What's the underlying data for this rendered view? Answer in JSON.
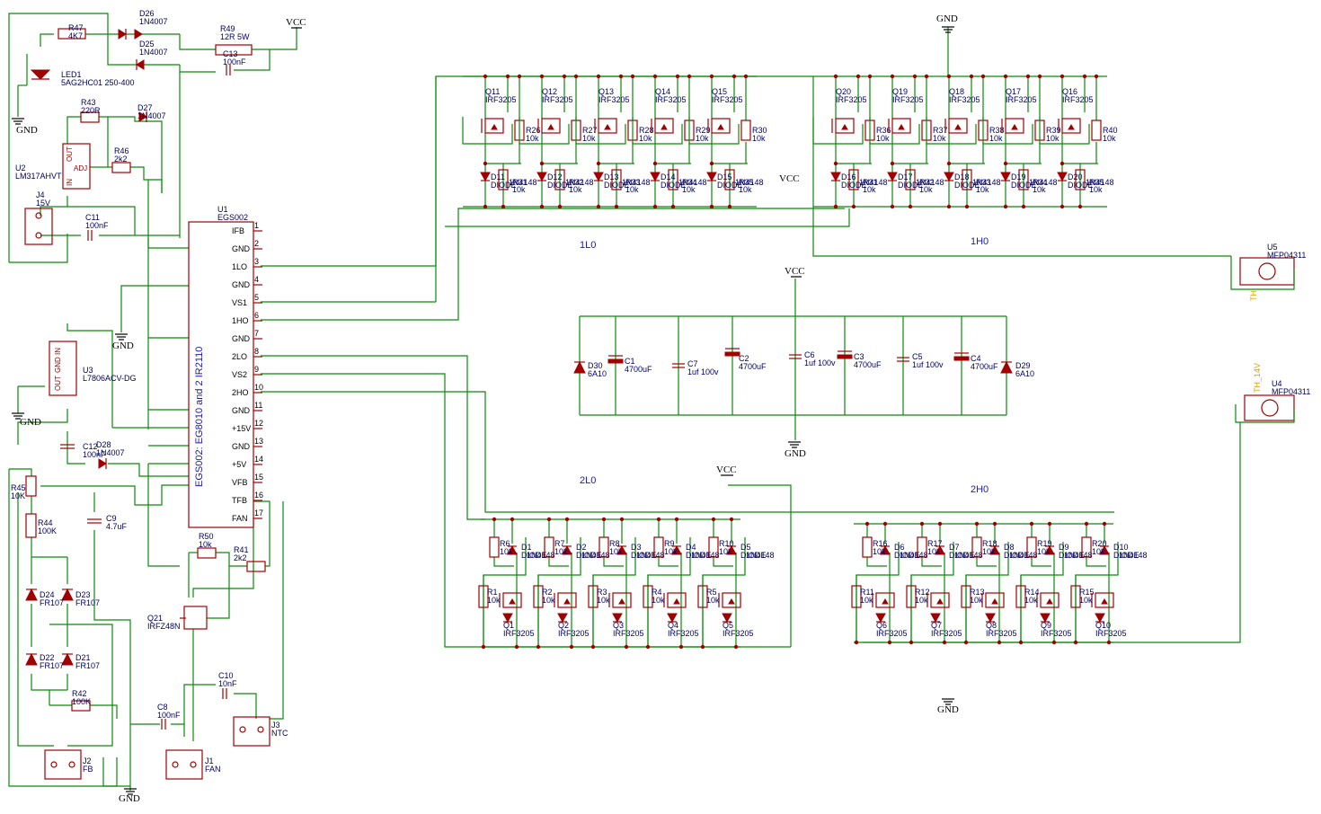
{
  "power": {
    "vcc": "VCC",
    "gnd": "GND"
  },
  "nets": {
    "n1l0": "1L0",
    "n1h0": "1H0",
    "n2l0": "2L0",
    "n2h0": "2H0"
  },
  "ic": {
    "ref": "U1",
    "value": "EGS002",
    "body": "EGS002: EG8010 and 2 IR2110",
    "pins": [
      {
        "num": "1",
        "name": "IFB"
      },
      {
        "num": "2",
        "name": "GND"
      },
      {
        "num": "3",
        "name": "1LO"
      },
      {
        "num": "4",
        "name": "GND"
      },
      {
        "num": "5",
        "name": "VS1"
      },
      {
        "num": "6",
        "name": "1HO"
      },
      {
        "num": "7",
        "name": "GND"
      },
      {
        "num": "8",
        "name": "2LO"
      },
      {
        "num": "9",
        "name": "VS2"
      },
      {
        "num": "10",
        "name": "2HO"
      },
      {
        "num": "11",
        "name": "GND"
      },
      {
        "num": "12",
        "name": "+15V"
      },
      {
        "num": "13",
        "name": "GND"
      },
      {
        "num": "14",
        "name": "+5V"
      },
      {
        "num": "15",
        "name": "VFB"
      },
      {
        "num": "16",
        "name": "TFB"
      },
      {
        "num": "17",
        "name": "FAN"
      }
    ]
  },
  "labels": [
    {
      "ref": "R47",
      "val": "4K7"
    },
    {
      "ref": "D26",
      "val": "1N4007"
    },
    {
      "ref": "D25",
      "val": "1N4007"
    },
    {
      "ref": "R49",
      "val": "12R 5W"
    },
    {
      "ref": "C13",
      "val": "100nF"
    },
    {
      "ref": "LED1",
      "val": "5AG2HC01 250-400"
    },
    {
      "ref": "R43",
      "val": "220R"
    },
    {
      "ref": "D27",
      "val": "1N4007"
    },
    {
      "ref": "R46",
      "val": "2k2"
    },
    {
      "ref": "U2",
      "val": "LM317AHVT"
    },
    {
      "ref": "J4",
      "val": "15V"
    },
    {
      "ref": "C11",
      "val": "100nF"
    },
    {
      "ref": "U3",
      "val": "L7806ACV-DG"
    },
    {
      "ref": "C12",
      "val": "100nF"
    },
    {
      "ref": "D28",
      "val": "1N4007"
    },
    {
      "ref": "R45",
      "val": "10K"
    },
    {
      "ref": "R44",
      "val": "100K"
    },
    {
      "ref": "C9",
      "val": "4.7uF"
    },
    {
      "ref": "D24",
      "val": "FR107"
    },
    {
      "ref": "D23",
      "val": "FR107"
    },
    {
      "ref": "D22",
      "val": "FR107"
    },
    {
      "ref": "D21",
      "val": "FR107"
    },
    {
      "ref": "R42",
      "val": "100K"
    },
    {
      "ref": "C8",
      "val": "100nF"
    },
    {
      "ref": "J2",
      "val": "FB"
    },
    {
      "ref": "J1",
      "val": "FAN"
    },
    {
      "ref": "J3",
      "val": "NTC"
    },
    {
      "ref": "C10",
      "val": "10nF"
    },
    {
      "ref": "R50",
      "val": "10k"
    },
    {
      "ref": "R41",
      "val": "2k2"
    },
    {
      "ref": "Q21",
      "val": "IRFZ48N"
    },
    {
      "ref": "D30",
      "val": "6A10"
    },
    {
      "ref": "C1",
      "val": "4700uF"
    },
    {
      "ref": "C7",
      "val": "1uf 100v"
    },
    {
      "ref": "C2",
      "val": "4700uF"
    },
    {
      "ref": "C6",
      "val": "1uf 100v"
    },
    {
      "ref": "C3",
      "val": "4700uF"
    },
    {
      "ref": "C5",
      "val": "1uf 100v"
    },
    {
      "ref": "C4",
      "val": "4700uF"
    },
    {
      "ref": "D29",
      "val": "6A10"
    },
    {
      "ref": "U5",
      "val": "MFP04311"
    },
    {
      "ref": "U4",
      "val": "MFP04311"
    }
  ],
  "thermal": {
    "u5_tag": "TH",
    "u4_tag": "TH_14V"
  },
  "top_left_bank": {
    "mosfets": [
      {
        "ref": "Q11",
        "val": "IRF3205"
      },
      {
        "ref": "Q12",
        "val": "IRF3205"
      },
      {
        "ref": "Q13",
        "val": "IRF3205"
      },
      {
        "ref": "Q14",
        "val": "IRF3205"
      },
      {
        "ref": "Q15",
        "val": "IRF3205"
      }
    ],
    "gate_resistors": [
      {
        "ref": "R26",
        "val": "10k"
      },
      {
        "ref": "R27",
        "val": "10k"
      },
      {
        "ref": "R28",
        "val": "10k"
      },
      {
        "ref": "R29",
        "val": "10k"
      },
      {
        "ref": "R30",
        "val": "10k"
      }
    ],
    "diodes": [
      {
        "ref": "D11",
        "val": "DIODE"
      },
      {
        "ref": "D12",
        "val": "DIODE"
      },
      {
        "ref": "D13",
        "val": "DIODE"
      },
      {
        "ref": "D14",
        "val": "DIODE"
      },
      {
        "ref": "D15",
        "val": "DIODE"
      }
    ],
    "diode_values": [
      "1N4148",
      "1N4148",
      "1N4148",
      "1N4148",
      "1N4148"
    ],
    "pulldowns": [
      {
        "ref": "R31",
        "val": "10k"
      },
      {
        "ref": "R32",
        "val": "10k"
      },
      {
        "ref": "R33",
        "val": "10k"
      },
      {
        "ref": "R34",
        "val": "10k"
      },
      {
        "ref": "R35",
        "val": "10k"
      }
    ]
  },
  "top_right_bank": {
    "mosfets": [
      {
        "ref": "Q20",
        "val": "IRF3205"
      },
      {
        "ref": "Q19",
        "val": "IRF3205"
      },
      {
        "ref": "Q18",
        "val": "IRF3205"
      },
      {
        "ref": "Q17",
        "val": "IRF3205"
      },
      {
        "ref": "Q16",
        "val": "IRF3205"
      }
    ],
    "gate_resistors": [
      {
        "ref": "R36",
        "val": "10k"
      },
      {
        "ref": "R37",
        "val": "10k"
      },
      {
        "ref": "R38",
        "val": "10k"
      },
      {
        "ref": "R39",
        "val": "10k"
      },
      {
        "ref": "R40",
        "val": "10k"
      }
    ],
    "diodes": [
      {
        "ref": "D16",
        "val": "DIODE"
      },
      {
        "ref": "D17",
        "val": "DIODE"
      },
      {
        "ref": "D18",
        "val": "DIODE"
      },
      {
        "ref": "D19",
        "val": "DIODE"
      },
      {
        "ref": "D20",
        "val": "DIODE"
      }
    ],
    "diode_values": [
      "1N4148",
      "1N4148",
      "1N4148",
      "1N4148",
      "1N4148"
    ],
    "pulldowns": [
      {
        "ref": "R31",
        "val": "10k"
      },
      {
        "ref": "R32",
        "val": "10k"
      },
      {
        "ref": "R33",
        "val": "10k"
      },
      {
        "ref": "R34",
        "val": "10k"
      },
      {
        "ref": "R35",
        "val": "10k"
      }
    ]
  },
  "bottom_left_bank": {
    "gate_resistors": [
      {
        "ref": "R6",
        "val": "10k"
      },
      {
        "ref": "R7",
        "val": "10k"
      },
      {
        "ref": "R8",
        "val": "10k"
      },
      {
        "ref": "R9",
        "val": "10k"
      },
      {
        "ref": "R10",
        "val": "10k"
      }
    ],
    "diodes": [
      {
        "ref": "D1",
        "val": "DIODE"
      },
      {
        "ref": "D2",
        "val": "DIODE"
      },
      {
        "ref": "D3",
        "val": "DIODE"
      },
      {
        "ref": "D4",
        "val": "DIODE"
      },
      {
        "ref": "D5",
        "val": "DIODE"
      }
    ],
    "diode_values": [
      "1N4148",
      "1N4148",
      "1N4148",
      "1N4148",
      "1N4148"
    ],
    "pulldowns": [
      {
        "ref": "R1",
        "val": "10k"
      },
      {
        "ref": "R2",
        "val": "10k"
      },
      {
        "ref": "R3",
        "val": "10k"
      },
      {
        "ref": "R4",
        "val": "10k"
      },
      {
        "ref": "R5",
        "val": "10k"
      }
    ],
    "mosfets": [
      {
        "ref": "Q1",
        "val": "IRF3205"
      },
      {
        "ref": "Q2",
        "val": "IRF3205"
      },
      {
        "ref": "Q3",
        "val": "IRF3205"
      },
      {
        "ref": "Q4",
        "val": "IRF3205"
      },
      {
        "ref": "Q5",
        "val": "IRF3205"
      }
    ]
  },
  "bottom_right_bank": {
    "gate_resistors": [
      {
        "ref": "R16",
        "val": "10k"
      },
      {
        "ref": "R17",
        "val": "10k"
      },
      {
        "ref": "R18",
        "val": "10k"
      },
      {
        "ref": "R19",
        "val": "10k"
      },
      {
        "ref": "R20",
        "val": "10k"
      }
    ],
    "diodes": [
      {
        "ref": "D6",
        "val": "DIODE"
      },
      {
        "ref": "D7",
        "val": "DIODE"
      },
      {
        "ref": "D8",
        "val": "DIODE"
      },
      {
        "ref": "D9",
        "val": "DIODE"
      },
      {
        "ref": "D10",
        "val": "DIODE"
      }
    ],
    "diode_values": [
      "1N4148",
      "1N4148",
      "1N4148",
      "1N4148",
      "1N4148"
    ],
    "pulldowns": [
      {
        "ref": "R11",
        "val": "10k"
      },
      {
        "ref": "R12",
        "val": "10k"
      },
      {
        "ref": "R13",
        "val": "10k"
      },
      {
        "ref": "R14",
        "val": "10k"
      },
      {
        "ref": "R15",
        "val": "10k"
      }
    ],
    "mosfets": [
      {
        "ref": "Q6",
        "val": "IRF3205"
      },
      {
        "ref": "Q7",
        "val": "IRF3205"
      },
      {
        "ref": "Q8",
        "val": "IRF3205"
      },
      {
        "ref": "Q9",
        "val": "IRF3205"
      },
      {
        "ref": "Q10",
        "val": "IRF3205"
      }
    ]
  },
  "u2_pins": {
    "out": "OUT",
    "adj": "ADJ",
    "in": "IN"
  },
  "u3_pins": {
    "in": "IN",
    "gnd": "GND",
    "out": "OUT"
  }
}
